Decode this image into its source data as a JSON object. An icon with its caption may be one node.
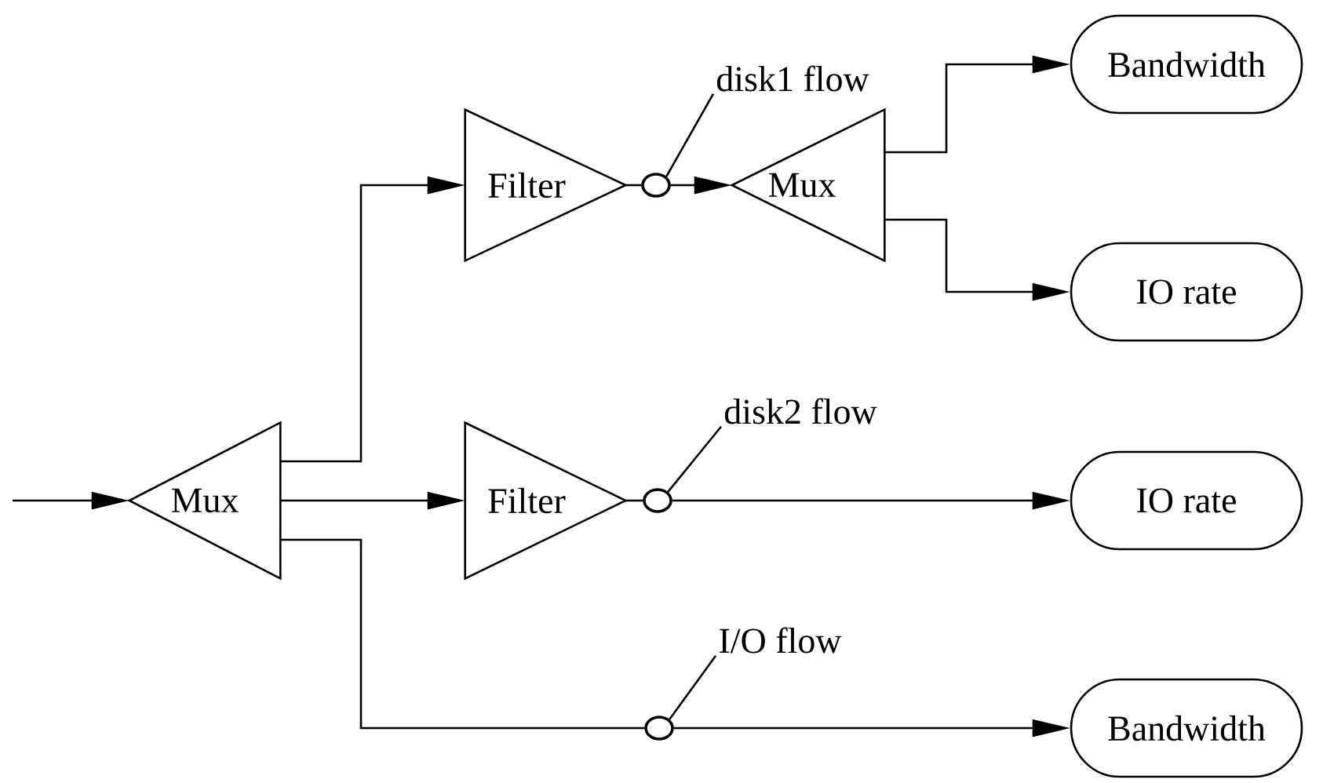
{
  "diagram": {
    "nodes": [
      {
        "text": [
          "Mux"
        ]
      },
      {
        "text": [
          "Filter"
        ]
      },
      {
        "text": [
          "Mux"
        ]
      },
      {
        "text": [
          "Bandwidth"
        ]
      },
      {
        "text": [
          "IO rate"
        ]
      },
      {
        "text": [
          "Filter"
        ]
      },
      {
        "text": [
          "IO rate"
        ]
      },
      {
        "text": [
          "Bandwidth"
        ]
      },
      {
        "text": [],
        "shape": "circle"
      },
      {
        "text": [
          "disk1 flow"
        ]
      },
      {
        "text": [],
        "shape": "circle"
      },
      {
        "text": [
          "disk2 flow"
        ]
      },
      {
        "text": [],
        "shape": "circle"
      },
      {
        "text": [
          "I/O flow"
        ]
      }
    ],
    "edges": [
      {
        "from": null,
        "to": 0,
        "arrow": "to"
      },
      {
        "from": 0,
        "to": 1,
        "arrow": "to"
      },
      {
        "from": 1,
        "to": 8,
        "arrow": "none"
      },
      {
        "from": 8,
        "to": 2,
        "arrow": "to"
      },
      {
        "from": 2,
        "to": 3,
        "arrow": "to"
      },
      {
        "from": 2,
        "to": 4,
        "arrow": "to"
      },
      {
        "from": 0,
        "to": 5,
        "arrow": "to"
      },
      {
        "from": 5,
        "to": 10,
        "arrow": "none"
      },
      {
        "from": 10,
        "to": 6,
        "arrow": "to"
      },
      {
        "from": 0,
        "to": 12,
        "arrow": "none"
      },
      {
        "from": 12,
        "to": 7,
        "arrow": "to"
      },
      {
        "from": 9,
        "to": 8,
        "arrow": "none"
      },
      {
        "from": 11,
        "to": 10,
        "arrow": "none"
      },
      {
        "from": 13,
        "to": 12,
        "arrow": "none"
      }
    ]
  }
}
